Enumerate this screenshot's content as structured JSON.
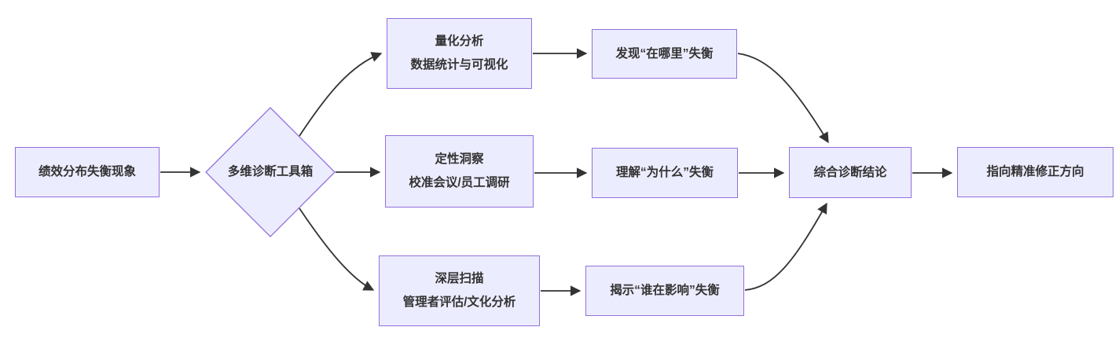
{
  "diagram": {
    "type": "flowchart",
    "background_color": "#ffffff",
    "node_fill_color": "#ECECFF",
    "node_border_color": "#9370DB",
    "text_color": "#333333",
    "edge_color": "#333333",
    "nodes": {
      "start": {
        "label": "绩效分布失衡现象",
        "shape": "rectangle"
      },
      "decision": {
        "label": "多维诊断工具箱",
        "shape": "diamond"
      },
      "quant": {
        "line1": "量化分析",
        "line2": "数据统计与可视化",
        "shape": "rectangle"
      },
      "qual": {
        "line1": "定性洞察",
        "line2": "校准会议/员工调研",
        "shape": "rectangle"
      },
      "deep": {
        "line1": "深层扫描",
        "line2": "管理者评估/文化分析",
        "shape": "rectangle"
      },
      "where": {
        "label": "发现“在哪里”失衡",
        "shape": "rectangle"
      },
      "why": {
        "label": "理解“为什么”失衡",
        "shape": "rectangle"
      },
      "who": {
        "label": "揭示“谁在影响”失衡",
        "shape": "rectangle"
      },
      "conclusion": {
        "label": "综合诊断结论",
        "shape": "rectangle"
      },
      "direction": {
        "label": "指向精准修正方向",
        "shape": "rectangle"
      }
    },
    "edges": [
      {
        "from": "start",
        "to": "decision"
      },
      {
        "from": "decision",
        "to": "quant"
      },
      {
        "from": "decision",
        "to": "qual"
      },
      {
        "from": "decision",
        "to": "deep"
      },
      {
        "from": "quant",
        "to": "where"
      },
      {
        "from": "qual",
        "to": "why"
      },
      {
        "from": "deep",
        "to": "who"
      },
      {
        "from": "where",
        "to": "conclusion"
      },
      {
        "from": "why",
        "to": "conclusion"
      },
      {
        "from": "who",
        "to": "conclusion"
      },
      {
        "from": "conclusion",
        "to": "direction"
      }
    ]
  }
}
